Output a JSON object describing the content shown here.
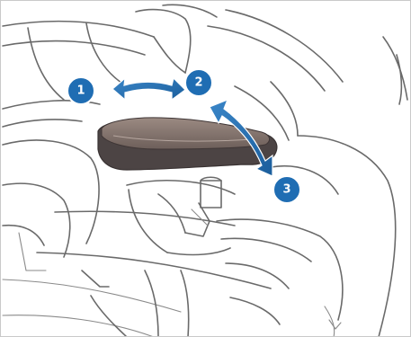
{
  "markers": [
    {
      "id": "marker-1",
      "label": "1"
    },
    {
      "id": "marker-2",
      "label": "2"
    },
    {
      "id": "marker-3",
      "label": "3"
    }
  ],
  "colors": {
    "marker_fill": "#1f6db3",
    "marker_ring": "#ffffff",
    "arrow_fill": "#1f6db3",
    "armrest_top": "#8c7a73",
    "armrest_side": "#4c4444",
    "line_art": "#6a6a6a"
  }
}
